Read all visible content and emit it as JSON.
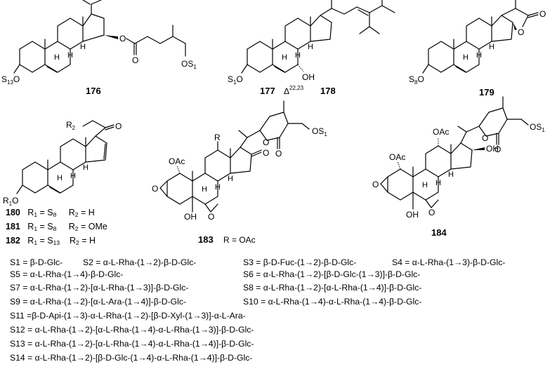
{
  "compounds": {
    "c176": "176",
    "c177": "177",
    "delta": "Δ",
    "delta_sup": "22,23",
    "c178": "178",
    "c179": "179",
    "c180": "180",
    "c181": "181",
    "c182": "182",
    "c183": "183",
    "c183_note": "R = OAc",
    "c184": "184"
  },
  "atoms": {
    "O": "O",
    "H": "H",
    "OH": "OH",
    "OAc": "OAc",
    "R": "R",
    "R1O": "R",
    "R2": "R",
    "S13O": "S",
    "S1O": "S",
    "S8O": "S",
    "OS1": "OS"
  },
  "rgroups": [
    {
      "label": "180",
      "r1": "R",
      "r1sub": "1",
      "r1val": " = S",
      "r1valsub": "8",
      "r2": "R",
      "r2sub": "2",
      "r2val": " = H"
    },
    {
      "label": "181",
      "r1": "R",
      "r1sub": "1",
      "r1val": " = S",
      "r1valsub": "8",
      "r2": "R",
      "r2sub": "2",
      "r2val": " = OMe"
    },
    {
      "label": "182",
      "r1": "R",
      "r1sub": "1",
      "r1val": " = S",
      "r1valsub": "13",
      "r2": "R",
      "r2sub": "2",
      "r2val": " = H"
    }
  ],
  "sugars": [
    {
      "key": "S1",
      "text": "S1 = β-D-Glc-"
    },
    {
      "key": "S2",
      "text": "S2 = α-L-Rha-(1→2)-β-D-Glc-"
    },
    {
      "key": "S3",
      "text": "S3 = β-D-Fuc-(1→2)-β-D-Glc-"
    },
    {
      "key": "S4",
      "text": "S4 = α-L-Rha-(1→3)-β-D-Glc-"
    },
    {
      "key": "S5",
      "text": "S5 = α-L-Rha-(1→4)-β-D-Glc-"
    },
    {
      "key": "S6",
      "text": "S6 = α-L-Rha-(1→2)-[β-D-Glc-(1→3)]-β-D-Glc-"
    },
    {
      "key": "S7",
      "text": "S7 = α-L-Rha-(1→2)-[α-L-Rha-(1→3)]-β-D-Glc-"
    },
    {
      "key": "S8",
      "text": "S8 = α-L-Rha-(1→2)-[α-L-Rha-(1→4)]-β-D-Glc-"
    },
    {
      "key": "S9",
      "text": "S9 = α-L-Rha-(1→2)-[α-L-Ara-(1→4)]-β-D-Glc-"
    },
    {
      "key": "S10",
      "text": "S10 = α-L-Rha-(1→4)-α-L-Rha-(1→4)-β-D-Glc-"
    },
    {
      "key": "S11",
      "text": "S11 =β-D-Api-(1→3)-α-L-Rha-(1→2)-[β-D-Xyl-(1→3)]-α-L-Ara-"
    },
    {
      "key": "S12",
      "text": "S12 = α-L-Rha-(1→2)-[α-L-Rha-(1→4)-α-L-Rha-(1→3)]-β-D-Glc-"
    },
    {
      "key": "S13",
      "text": "S13 = α-L-Rha-(1→2)-[α-L-Rha-(1→4)-α-L-Rha-(1→4)]-β-D-Glc-"
    },
    {
      "key": "S14",
      "text": "S14 = α-L-Rha-(1→2)-[β-D-Glc-(1→4)-α-L-Rha-(1→4)]-β-D-Glc-"
    }
  ]
}
